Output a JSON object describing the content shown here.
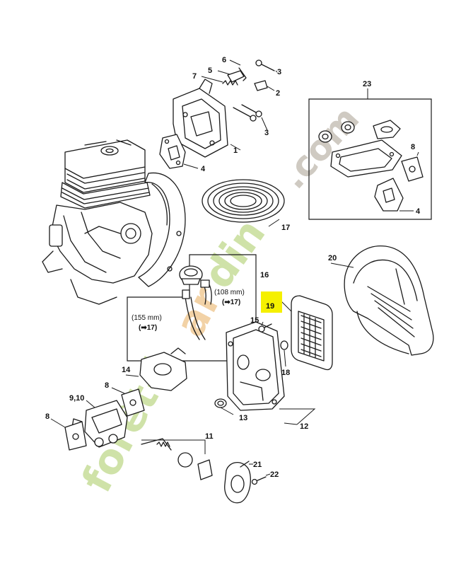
{
  "colors": {
    "highlight": "#f5f000",
    "ink": "#1a1a1a",
    "watermark_green": "#cfe2a8",
    "watermark_orange": "#f2d2a6",
    "watermark_gray": "#cfcac2"
  },
  "watermark": {
    "green_part": "forêt-j",
    "orange_part": "ar",
    "green_part2": "din",
    "gray_part": ".com"
  },
  "callouts": {
    "c1": "1",
    "c2": "2",
    "c3a": "3",
    "c3b": "3",
    "c4a": "4",
    "c4b": "4",
    "c5": "5",
    "c6": "6",
    "c7": "7",
    "c8a": "8",
    "c8b": "8",
    "c8c": "8",
    "c910": "9,10",
    "c11": "11",
    "c12": "12",
    "c13": "13",
    "c14": "14",
    "c15": "15",
    "c16": "16",
    "c17": "17",
    "c18": "18",
    "c19": "19",
    "c20": "20",
    "c21": "21",
    "c22": "22",
    "c23": "23"
  },
  "notes": {
    "hose_long_len": "(155 mm)",
    "hose_long_ref": "(➡17)",
    "hose_short_len": "(108 mm)",
    "hose_short_ref": "(➡17)"
  },
  "icons": {
    "engine": "engine-block-icon",
    "filter": "air-filter-icon"
  }
}
